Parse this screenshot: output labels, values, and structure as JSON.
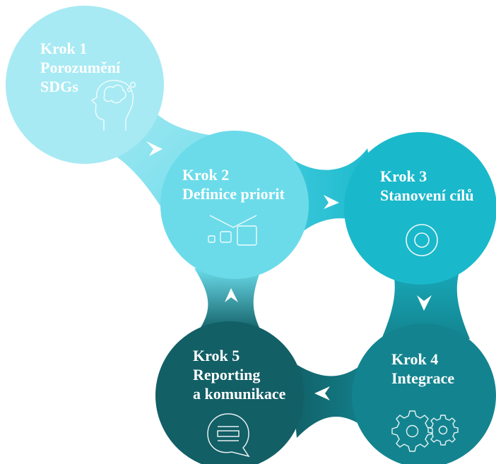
{
  "steps": [
    {
      "id": "step1",
      "lines": [
        "Krok 1",
        "Porozumění",
        "SDGs"
      ],
      "color": "#a7eaf3",
      "icon": "head-brain-icon"
    },
    {
      "id": "step2",
      "lines": [
        "Krok 2",
        "Definice priorit"
      ],
      "color": "#6bdbea",
      "icon": "priority-boxes-icon"
    },
    {
      "id": "step3",
      "lines": [
        "Krok 3",
        "Stanovení cílů"
      ],
      "color": "#1ab8cb",
      "icon": "target-icon"
    },
    {
      "id": "step4",
      "lines": [
        "Krok 4",
        "Integrace"
      ],
      "color": "#13848f",
      "icon": "gears-icon"
    },
    {
      "id": "step5",
      "lines": [
        "Krok 5",
        "Reporting",
        "a komunikace"
      ],
      "color": "#125f66",
      "icon": "speech-bubble-icon"
    }
  ],
  "arrows": [
    "right-arrow",
    "right-arrow",
    "down-arrow",
    "left-arrow",
    "up-arrow"
  ]
}
